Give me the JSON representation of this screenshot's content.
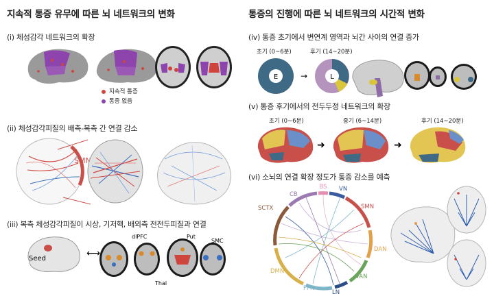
{
  "left": {
    "title": "지속적 통증 유무에 따른 뇌 네트워크의 변화",
    "sections": [
      {
        "label": "(i)  체성감각 네트워크의 확장"
      },
      {
        "label": "(ii)  체성감각피질의 배측-복측 간 연결 감소"
      },
      {
        "label": "(iii) 복측 체성감각피질이 시상, 기저핵, 배외측 전전두피질과 연결"
      }
    ],
    "legend": [
      {
        "text": "지속적 통증",
        "color": "#d0443e"
      },
      {
        "text": "통증 없음",
        "color": "#8e44ad"
      }
    ],
    "smn_label": "SMN",
    "seed_label": "Seed",
    "arrow_glyph": "⟷",
    "anat_labels": {
      "dlpfc": "dlPFC",
      "thal": "Thal",
      "put": "Put",
      "smc": "SMC"
    }
  },
  "right": {
    "title": "통증의 진행에 따른 뇌 네트워크의 시간적 변화",
    "sections": [
      {
        "label": "(iv) 통증 초기에서 변연계 영역과 뇌간 사이의 연결 증가"
      },
      {
        "label": "(v)  통증 후기에서의 전두두정 네트워크의 확장"
      },
      {
        "label": "(vi) 소뇌의 연결 확장 정도가 통증 감소를 예측"
      }
    ],
    "early_label": "초기 (0~6분)",
    "late_label": "후기 (14~20분)",
    "pie_e": "E",
    "pie_l": "L",
    "timeline": [
      "초기 (0~6분)",
      "중기 (6~14분)",
      "후기 (14~20분)"
    ],
    "networks": [
      {
        "name": "BS",
        "color": "#e58fb4"
      },
      {
        "name": "VN",
        "color": "#3a5ba0"
      },
      {
        "name": "SMN",
        "color": "#c9504a"
      },
      {
        "name": "DAN",
        "color": "#e3a04a"
      },
      {
        "name": "VAN",
        "color": "#6aa35a"
      },
      {
        "name": "LN",
        "color": "#2c4f86"
      },
      {
        "name": "FPN",
        "color": "#7fb6c9"
      },
      {
        "name": "DMN",
        "color": "#d8b04a"
      },
      {
        "name": "SCTX",
        "color": "#8a5a3a"
      },
      {
        "name": "CB",
        "color": "#9a7ab0"
      }
    ]
  }
}
